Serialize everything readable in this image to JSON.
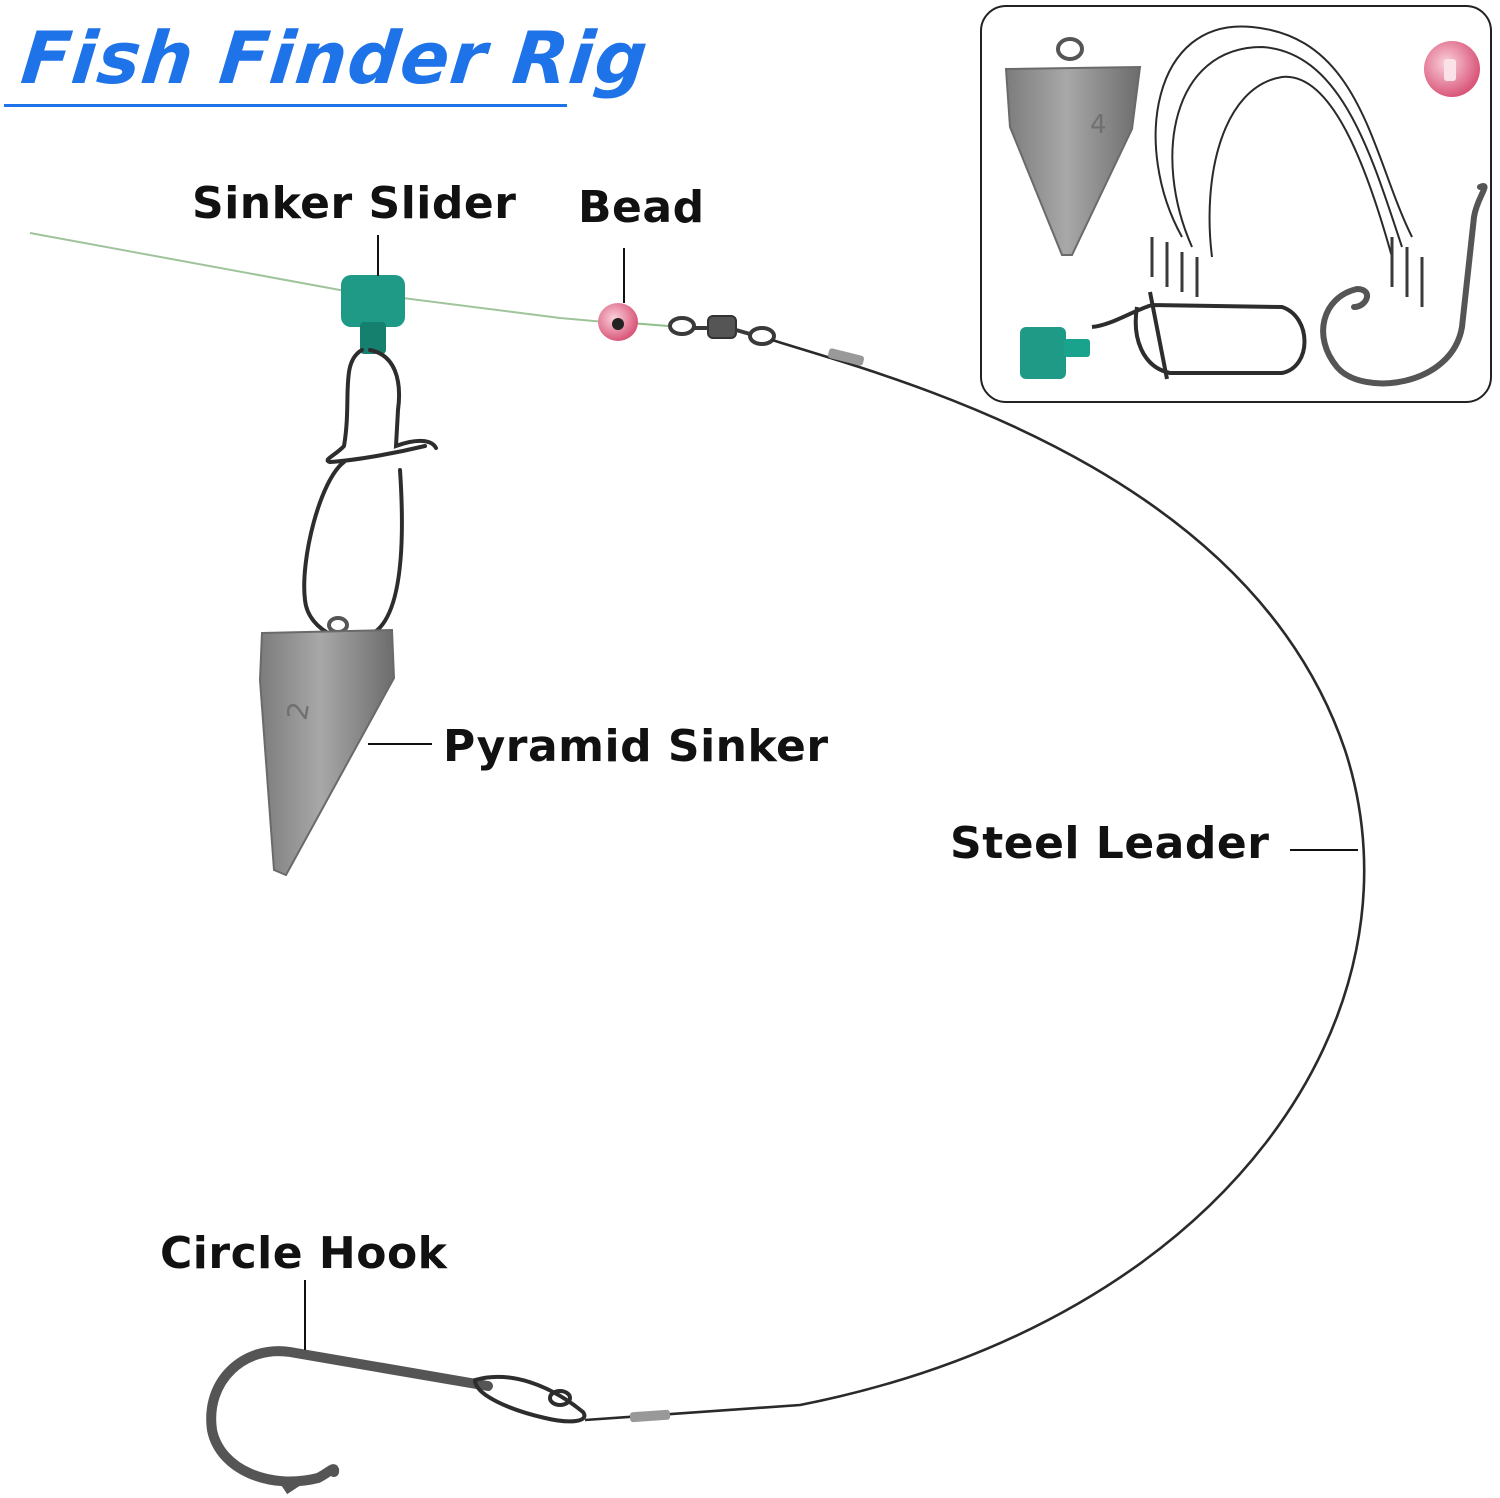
{
  "title": "Fish Finder Rig",
  "labels": {
    "sinker_slider": "Sinker Slider",
    "bead": "Bead",
    "pyramid_sinker": "Pyramid Sinker",
    "steel_leader": "Steel Leader",
    "circle_hook": "Circle Hook"
  },
  "sinker_numbers": {
    "main": "2",
    "inset": "4"
  },
  "colors": {
    "title": "#1e73e8",
    "slider": "#1e9a86",
    "bead": "#e66b8c",
    "lead": "#9a9a9a",
    "wire": "#2a2a2a"
  }
}
